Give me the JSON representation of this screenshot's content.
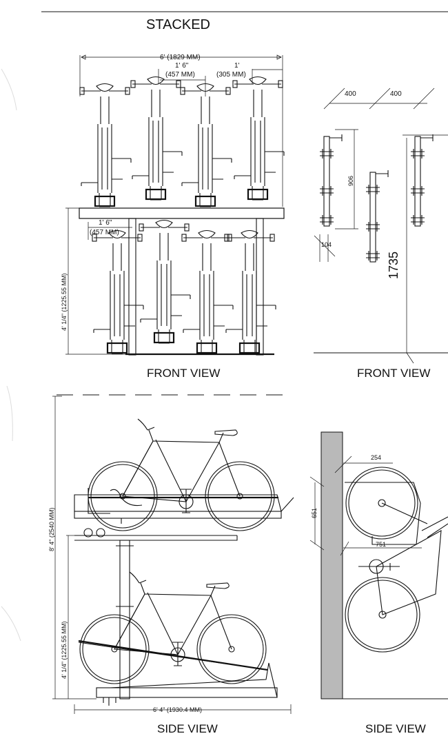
{
  "title": "STACKED",
  "views": {
    "front_left": "FRONT VIEW",
    "front_right": "FRONT VIEW",
    "side_left": "SIDE VIEW",
    "side_right": "SIDE VIEW"
  },
  "dimensions": {
    "overall_width": "6' (1829 MM)",
    "spacing_1_6": "1' 6\"",
    "spacing_457": "(457 MM)",
    "spacing_1": "1'",
    "spacing_305": "(305 MM)",
    "lower_1_6": "1' 6\"",
    "lower_457": "(457 MM)",
    "front_height": "4' 1/4\" (1225.55 MM)",
    "side_total_height": "8' 4\" (2540 MM)",
    "side_lower_height": "4' 1/4\" (1225.55 MM)",
    "side_length": "6' 4\" (1930.4 MM)",
    "right_400_a": "400",
    "right_400_b": "400",
    "right_906": "906",
    "right_104": "104",
    "right_1735": "1735",
    "right_254": "254",
    "right_651": "651",
    "right_751": "751"
  }
}
